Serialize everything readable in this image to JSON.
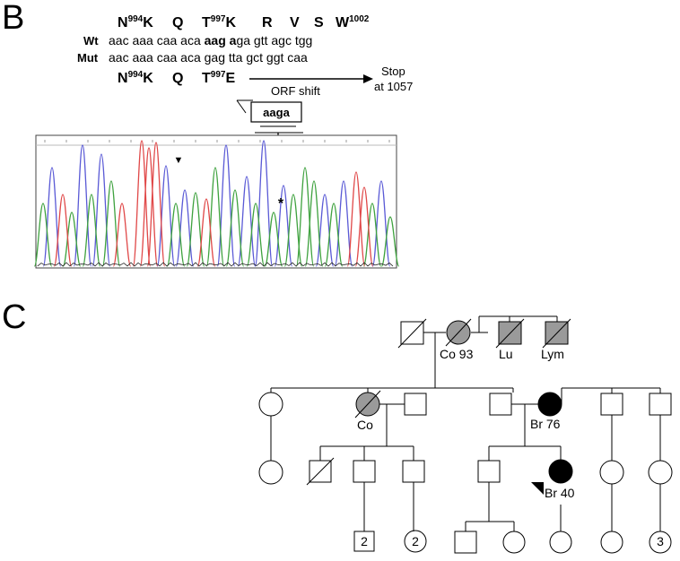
{
  "panel_b": {
    "label": "B",
    "wt_label": "Wt",
    "mut_label": "Mut",
    "top_aa": [
      {
        "res": "N",
        "num": "994",
        "after": "K"
      },
      {
        "res": "Q"
      },
      {
        "res": "T",
        "num": "997",
        "after": "K"
      },
      {
        "res": "R"
      },
      {
        "res": "V"
      },
      {
        "res": "S"
      },
      {
        "res": "W",
        "num": "1002"
      }
    ],
    "wt_seq_prefix": "aac aaa caa aca ",
    "wt_seq_bold": "aag a",
    "wt_seq_suffix": "ga gtt agc tgg",
    "mut_seq": "aac aaa caa aca gag tta gct ggt caa",
    "bottom_aa": [
      {
        "res": "N",
        "num": "994",
        "after": "K"
      },
      {
        "res": "Q"
      },
      {
        "res": "T",
        "num": "997",
        "after": "E"
      }
    ],
    "orf_shift": "ORF shift",
    "stop_line1": "Stop",
    "stop_line2": "at 1057",
    "deletion_box": "aaga",
    "arrowhead_mark": "▼",
    "asterisk": "*"
  },
  "panel_c": {
    "label": "C",
    "labels": {
      "co93": "Co 93",
      "lu": "Lu",
      "lym": "Lym",
      "co": "Co",
      "br76": "Br 76",
      "br40": "Br 40",
      "n2a": "2",
      "n2b": "2",
      "n3": "3"
    },
    "colors": {
      "affected_black": "#000000",
      "affected_grey": "#9a9a9a"
    }
  },
  "chromatogram": {
    "colors": {
      "blue": "#5a5ad6",
      "green": "#3fa23f",
      "red": "#e04848",
      "black": "#222222"
    }
  }
}
